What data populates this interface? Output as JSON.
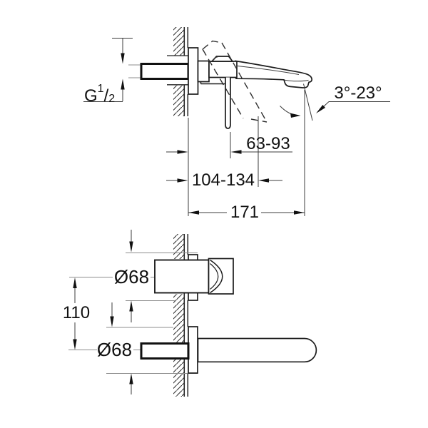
{
  "top_view": {
    "thread_label": {
      "prefix": "G",
      "numerator": "1",
      "slash": "/",
      "denominator": "2"
    },
    "spout_angle_range": "3°-23°",
    "lever_depth_range": "63-93",
    "body_depth_range": "104-134",
    "spout_projection": "171"
  },
  "bottom_view": {
    "handle_escutcheon_diameter": "Ø68",
    "spout_escutcheon_diameter": "Ø68",
    "vertical_center_distance": "110"
  },
  "colors": {
    "line": "#1c1c1c",
    "dim_line": "#3c3c3c",
    "background": "#ffffff"
  }
}
